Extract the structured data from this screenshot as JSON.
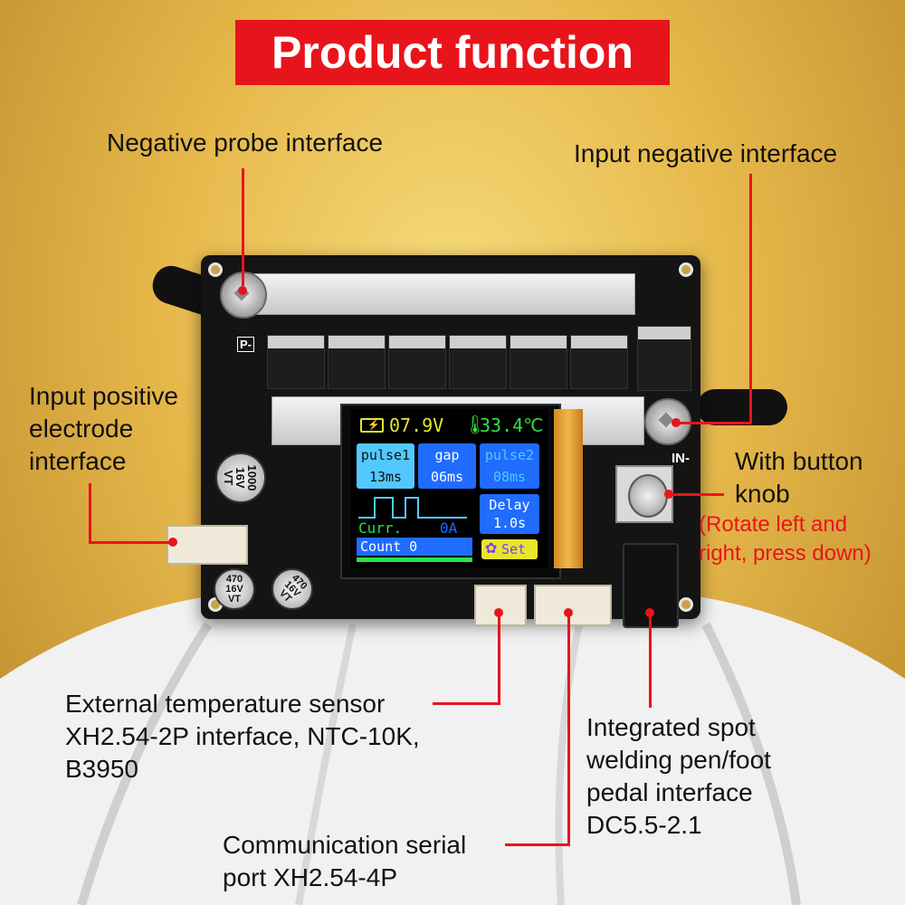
{
  "title": "Product function",
  "labels": {
    "negative_probe": "Negative probe interface",
    "input_negative": "Input negative interface",
    "input_positive_1": "Input positive",
    "input_positive_2": "electrode",
    "input_positive_3": "interface",
    "knob_1": "With button",
    "knob_2": "knob",
    "knob_note_1": "(Rotate left and",
    "knob_note_2": "right, press down)",
    "temp_1": "External temperature sensor",
    "temp_2": "XH2.54-2P interface, NTC-10K,",
    "temp_3": "B3950",
    "pedal_1": "Integrated spot",
    "pedal_2": "welding pen/foot",
    "pedal_3": "pedal interface",
    "pedal_4": "DC5.5-2.1",
    "serial_1": "Communication serial",
    "serial_2": "port XH2.54-4P"
  },
  "board": {
    "silk_p": "P-",
    "silk_in": "IN-",
    "cap_large": "1000\n16V\nVT",
    "cap_470_a": "470\n16V\nVT",
    "cap_470_b": "470\n16V\nVT"
  },
  "screen": {
    "voltage": "07.9V",
    "temperature": "33.4℃",
    "pulse1_label": "pulse1",
    "pulse1_value": "13ms",
    "gap_label": "gap",
    "gap_value": "06ms",
    "pulse2_label": "pulse2",
    "pulse2_value": "08ms",
    "delay_label": "Delay",
    "delay_value": "1.0s",
    "curr_label": "Curr.",
    "curr_value": "0A",
    "count_label": "Count 0",
    "set_label": "Set"
  },
  "colors": {
    "accent_red": "#e8141b",
    "lcd_blue": "#1f6cff",
    "lcd_light_blue": "#53c8ff",
    "lcd_purple": "#7d3cf0",
    "lcd_green": "#2de24a",
    "lcd_yellow": "#e7e62c"
  }
}
